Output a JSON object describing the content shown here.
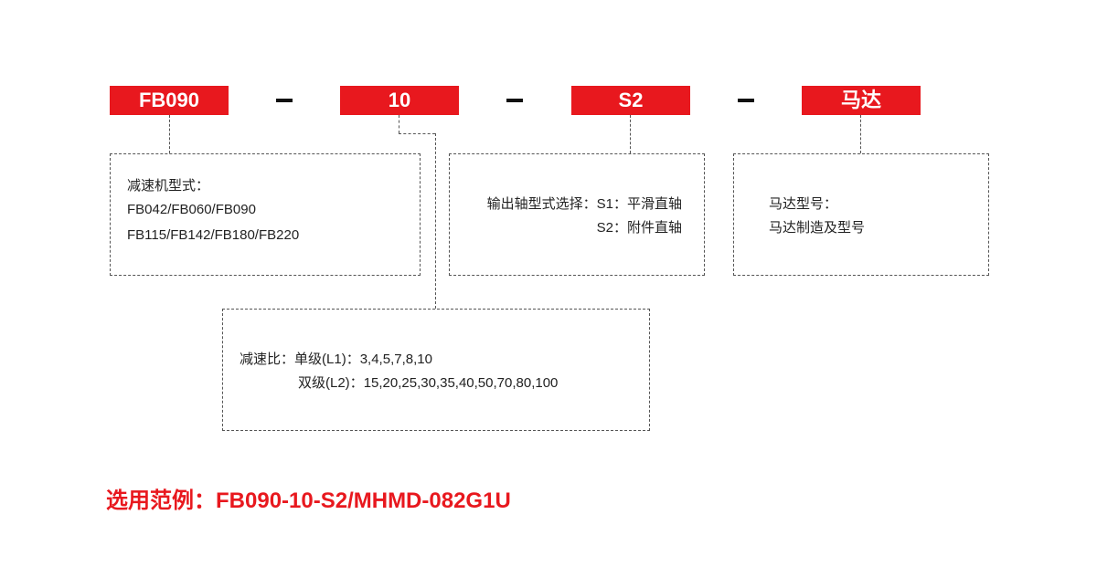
{
  "codes": {
    "model": "FB090",
    "ratio": "10",
    "shaft": "S2",
    "motor": "马达"
  },
  "separator": "–",
  "model_box": {
    "title": "减速机型式：",
    "line1": "FB042/FB060/FB090",
    "line2": "FB115/FB142/FB180/FB220"
  },
  "shaft_box": {
    "prefix": "输出轴型式选择：",
    "option1_code": "S1：",
    "option1_text": "平滑直轴",
    "option2_code": "S2：",
    "option2_text": "附件直轴"
  },
  "motor_box": {
    "title": "马达型号：",
    "text": "马达制造及型号"
  },
  "ratio_box": {
    "prefix": "减速比：",
    "single_label": "单级(L1)：",
    "single_values": "3,4,5,7,8,10",
    "double_label": "双级(L2)：",
    "double_values": "15,20,25,30,35,40,50,70,80,100"
  },
  "example": {
    "label": "选用范例：",
    "value": "FB090-10-S2/MHMD-082G1U"
  },
  "colors": {
    "accent": "#e8181e",
    "dash_line": "#555555",
    "separator": "#111111"
  }
}
